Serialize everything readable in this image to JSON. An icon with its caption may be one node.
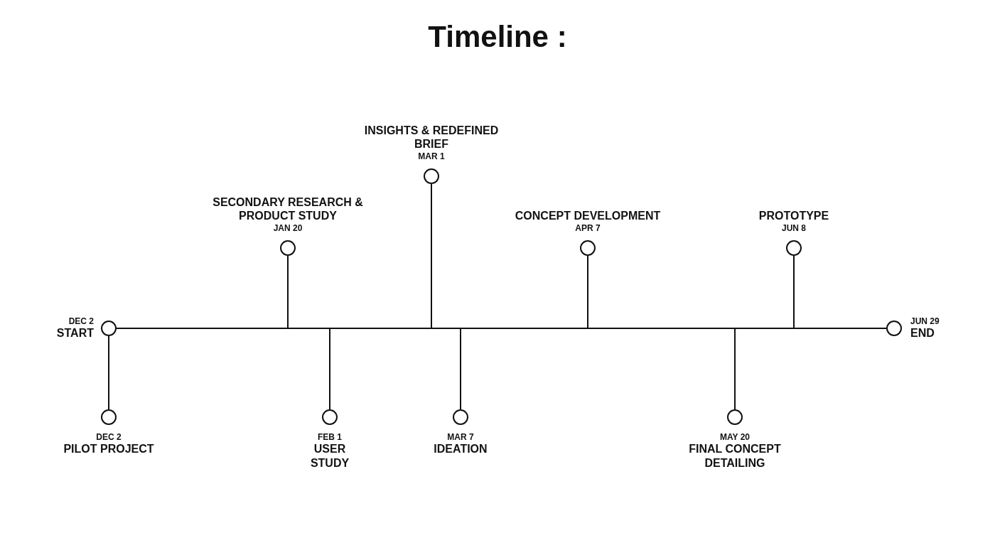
{
  "diagram": {
    "title": "Timeline :",
    "nodes": [
      {
        "text": [
          "DEC 2",
          "START"
        ]
      },
      {
        "text": [
          "DEC 2",
          "PILOT PROJECT"
        ]
      },
      {
        "text": [
          "SECONDARY RESEARCH & PRODUCT STUDY",
          "JAN 20"
        ]
      },
      {
        "text": [
          "FEB 1",
          "USER STUDY"
        ]
      },
      {
        "text": [
          "INSIGHTS & REDEFINED BRIEF",
          "MAR 1"
        ]
      },
      {
        "text": [
          "MAR 7",
          "IDEATION"
        ]
      },
      {
        "text": [
          "CONCEPT DEVELOPMENT",
          "APR 7"
        ]
      },
      {
        "text": [
          "MAY 20",
          "FINAL CONCEPT DETAILING"
        ]
      },
      {
        "text": [
          "PROTOTYPE",
          "JUN 8"
        ]
      },
      {
        "text": [
          "JUN 29",
          "END"
        ]
      }
    ],
    "edges": [
      {
        "from": 0,
        "to": 9,
        "arrow": "none"
      },
      {
        "from": 0,
        "to": 1,
        "arrow": "none"
      },
      {
        "from": 2,
        "to": null,
        "arrow": "none"
      },
      {
        "from": 3,
        "to": null,
        "arrow": "none"
      },
      {
        "from": 4,
        "to": null,
        "arrow": "none"
      },
      {
        "from": 5,
        "to": null,
        "arrow": "none"
      },
      {
        "from": 6,
        "to": null,
        "arrow": "none"
      },
      {
        "from": 7,
        "to": null,
        "arrow": "none"
      },
      {
        "from": 8,
        "to": null,
        "arrow": "none"
      }
    ]
  }
}
